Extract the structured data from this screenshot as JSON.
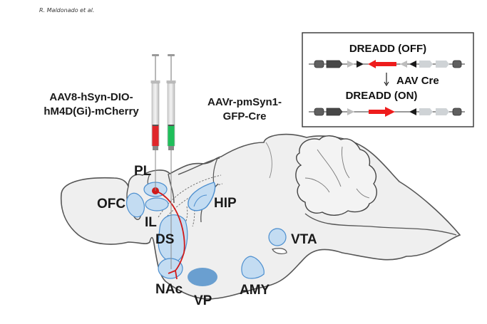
{
  "header": {
    "author": "R. Maldonado et al."
  },
  "injections": [
    {
      "label_line1": "AAV8-hSyn-DIO-",
      "label_line2": "hM4D(Gi)-mCherry",
      "fill_color": "#e0262a",
      "target": "PL"
    },
    {
      "label_line1": "AAVr-pmSyn1-",
      "label_line2": "GFP-Cre",
      "fill_color": "#1fbf5a",
      "target": "DS/NAc"
    }
  ],
  "inset": {
    "off_title": "DREADD (OFF)",
    "step_label": "AAV Cre",
    "on_title": "DREADD (ON)",
    "colors": {
      "dreadd": "#ee1c1c",
      "lox_dark": "#1a1a1a",
      "lox_light": "#bdbdbd",
      "promoter": "#5f5f5f",
      "element": "#474747",
      "wpre": "#cfd3d6"
    }
  },
  "brain": {
    "regions": [
      {
        "id": "PL",
        "label": "PL"
      },
      {
        "id": "OFC",
        "label": "OFC"
      },
      {
        "id": "IL",
        "label": "IL"
      },
      {
        "id": "HIP",
        "label": "HIP"
      },
      {
        "id": "DS",
        "label": "DS"
      },
      {
        "id": "VTA",
        "label": "VTA"
      },
      {
        "id": "NAc",
        "label": "NAc"
      },
      {
        "id": "VP",
        "label": "VP"
      },
      {
        "id": "AMY",
        "label": "AMY"
      }
    ],
    "colors": {
      "region_fill": "#c3dcf2",
      "region_stroke": "#4d8fcf",
      "vp_fill": "#6a9fd0",
      "projection": "#d11a1a",
      "tissue": "#efefef",
      "outline": "#555555"
    }
  }
}
